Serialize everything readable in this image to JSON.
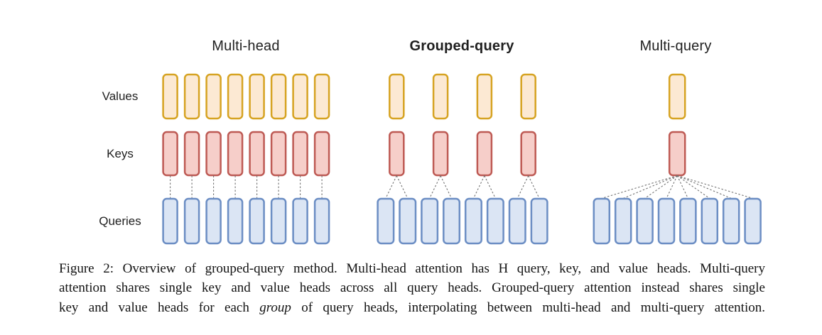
{
  "figure": {
    "row_labels": [
      "Values",
      "Keys",
      "Queries"
    ],
    "panels": [
      {
        "name": "multi-head",
        "title": "Multi-head",
        "title_bold": false,
        "value_heads": 8,
        "key_heads": 8,
        "query_heads": 8
      },
      {
        "name": "grouped-query",
        "title": "Grouped-query",
        "title_bold": true,
        "value_heads": 4,
        "key_heads": 4,
        "query_heads": 8
      },
      {
        "name": "multi-query",
        "title": "Multi-query",
        "title_bold": false,
        "value_heads": 1,
        "key_heads": 1,
        "query_heads": 8
      }
    ],
    "colors": {
      "value_fill": "#FCE9D3",
      "value_stroke": "#D6A322",
      "key_fill": "#F6CEC9",
      "key_stroke": "#BE5A54",
      "query_fill": "#DBE5F4",
      "query_stroke": "#6C8EC4",
      "connector": "#747474"
    }
  },
  "caption": {
    "line1": "Figure 2: Overview of grouped-query method. Multi-head attention has H query, key, and value heads. Multi-query",
    "line2": "attention shares single key and value heads across all query heads. Grouped-query attention instead shares single",
    "line3_pre": "key and value heads for each ",
    "line3_italic": "group",
    "line3_post": " of query heads, interpolating between multi-head and multi-query attention."
  }
}
